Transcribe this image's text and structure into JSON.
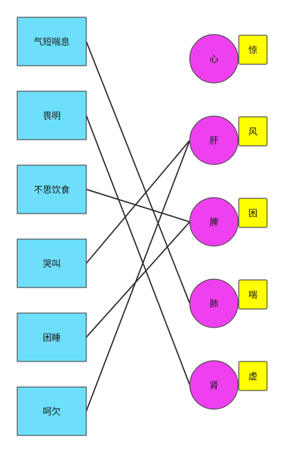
{
  "symptoms": [
    "气短喘息",
    "畏明",
    "不思饮食",
    "哭叫",
    "困睡",
    "呵欠"
  ],
  "organs": [
    "心",
    "肝",
    "脾",
    "肺",
    "肾"
  ],
  "tags": [
    "惊",
    "风",
    "困",
    "喘",
    "虚"
  ],
  "connections": [
    {
      "from": "气短喘息",
      "to": "肺"
    },
    {
      "from": "畏明",
      "to": "肾"
    },
    {
      "from": "不思饮食",
      "to": "脾"
    },
    {
      "from": "哭叫",
      "to": "肝"
    },
    {
      "from": "困睡",
      "to": "脾"
    },
    {
      "from": "呵欠",
      "to": "肝"
    }
  ],
  "colors": {
    "symptom_fill": "#6EDFFB",
    "symptom_stroke": "#4A4A4A",
    "organ_fill": "#EE40EE",
    "organ_stroke": "#4A4A4A",
    "tag_fill": "#FFFF00",
    "tag_stroke": "#4A4A4A",
    "line": "#2A2A2A"
  }
}
